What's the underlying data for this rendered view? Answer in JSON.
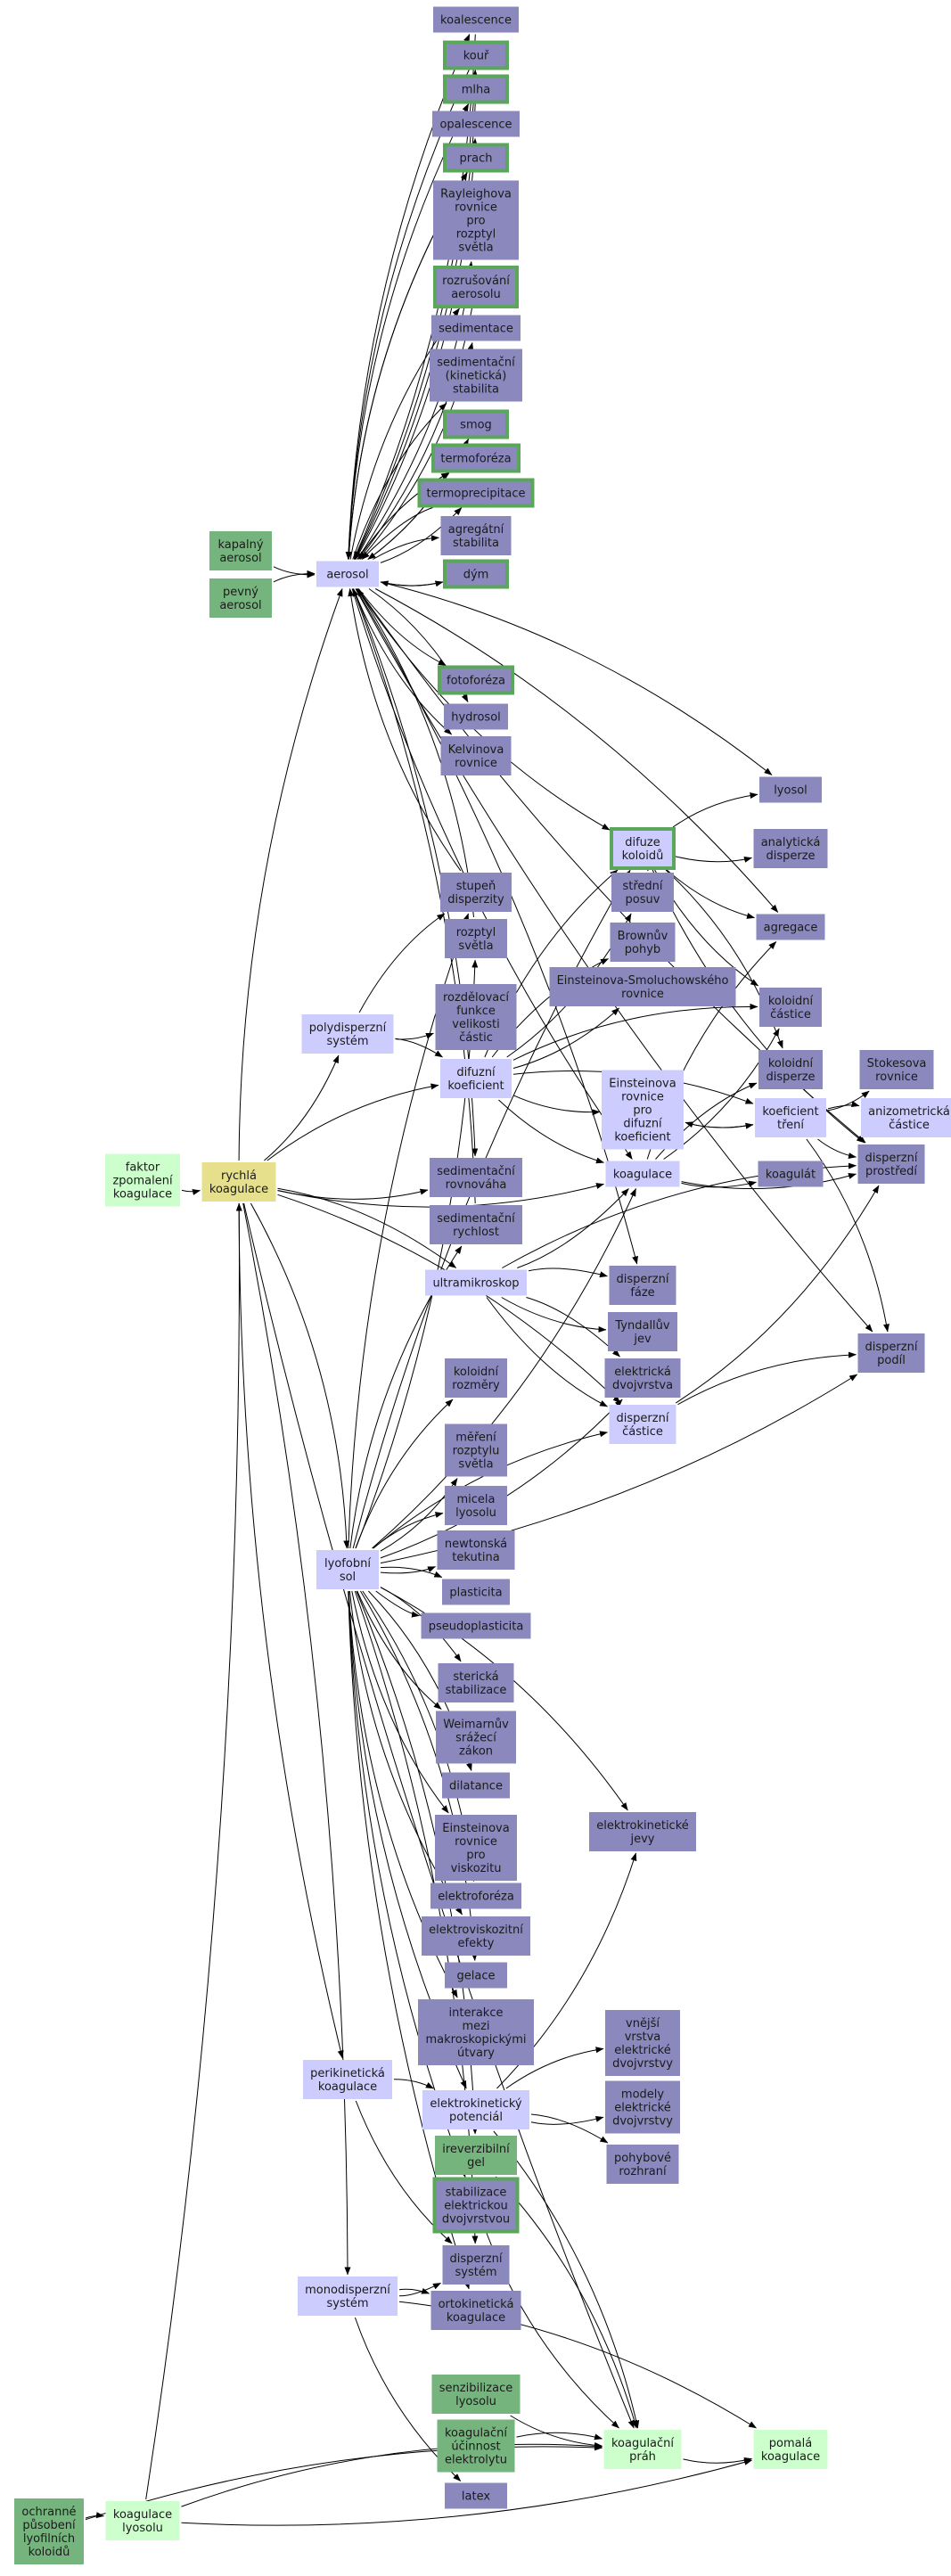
{
  "colors": {
    "purple_fill": "#8b88bd",
    "lavender_fill": "#ccccff",
    "green_fill": "#76b47e",
    "lightgreen_fill": "#ccffcc",
    "yellow_fill": "#e6e08c",
    "green_border": "#5aa65a",
    "edge": "#000000"
  },
  "nodes": [
    {
      "id": "koalescence",
      "label": "koalescence",
      "style": "purple"
    },
    {
      "id": "kour",
      "label": "kouř",
      "style": "purple-g"
    },
    {
      "id": "mlha",
      "label": "mlha",
      "style": "purple-g"
    },
    {
      "id": "opalescence",
      "label": "opalescence",
      "style": "purple"
    },
    {
      "id": "prach",
      "label": "prach",
      "style": "purple-g"
    },
    {
      "id": "rayleigh",
      "label": "Rayleighova\nrovnice\npro\nrozptyl\nsvětla",
      "style": "purple"
    },
    {
      "id": "rozrusovani",
      "label": "rozrušování\naerosolu",
      "style": "purple-g"
    },
    {
      "id": "sedimentace",
      "label": "sedimentace",
      "style": "purple"
    },
    {
      "id": "sedstab",
      "label": "sedimentační\n(kinetická)\nstabilita",
      "style": "purple"
    },
    {
      "id": "smog",
      "label": "smog",
      "style": "purple-g"
    },
    {
      "id": "termoforeza",
      "label": "termoforéza",
      "style": "purple-g"
    },
    {
      "id": "termoprecip",
      "label": "termoprecipitace",
      "style": "purple-g"
    },
    {
      "id": "agregstab",
      "label": "agregátní\nstabilita",
      "style": "purple"
    },
    {
      "id": "dym",
      "label": "dým",
      "style": "purple-g"
    },
    {
      "id": "kapalny",
      "label": "kapalný\naerosol",
      "style": "green"
    },
    {
      "id": "pevny",
      "label": "pevný\naerosol",
      "style": "green"
    },
    {
      "id": "aerosol",
      "label": "aerosol",
      "style": "lavender"
    },
    {
      "id": "fotoforeza",
      "label": "fotoforéza",
      "style": "purple-g"
    },
    {
      "id": "hydrosol",
      "label": "hydrosol",
      "style": "purple"
    },
    {
      "id": "kelvin",
      "label": "Kelvinova\nrovnice",
      "style": "purple"
    },
    {
      "id": "lyosol",
      "label": "lyosol",
      "style": "purple"
    },
    {
      "id": "difuzekol",
      "label": "difuze\nkoloidů",
      "style": "lavender-g"
    },
    {
      "id": "analyt",
      "label": "analytická\ndisperze",
      "style": "purple"
    },
    {
      "id": "stupen",
      "label": "stupeň\ndisperzity",
      "style": "purple"
    },
    {
      "id": "strposuv",
      "label": "střední\nposuv",
      "style": "purple"
    },
    {
      "id": "rozptyl",
      "label": "rozptyl\nsvětla",
      "style": "purple"
    },
    {
      "id": "brown",
      "label": "Brownův\npohyb",
      "style": "purple"
    },
    {
      "id": "agregace",
      "label": "agregace",
      "style": "purple"
    },
    {
      "id": "einsmol",
      "label": "Einsteinova-Smoluchowského\nrovnice",
      "style": "purple"
    },
    {
      "id": "polydisp",
      "label": "polydisperzní\nsystém",
      "style": "lavender"
    },
    {
      "id": "rozdel",
      "label": "rozdělovací\nfunkce\nvelikosti\nčástic",
      "style": "purple"
    },
    {
      "id": "kolcast",
      "label": "koloidní\nčástice",
      "style": "purple"
    },
    {
      "id": "difkoef",
      "label": "difuzní\nkoeficient",
      "style": "lavender"
    },
    {
      "id": "einsdif",
      "label": "Einsteinova\nrovnice\npro\ndifuzní\nkoeficient",
      "style": "lavender"
    },
    {
      "id": "koldisp",
      "label": "koloidní\ndisperze",
      "style": "purple"
    },
    {
      "id": "stokes",
      "label": "Stokesova\nrovnice",
      "style": "purple"
    },
    {
      "id": "koeftreni",
      "label": "koeficient\ntření",
      "style": "lavender"
    },
    {
      "id": "anizo",
      "label": "anizometrická\nčástice",
      "style": "lavender"
    },
    {
      "id": "faktor",
      "label": "faktor\nzpomalení\nkoagulace",
      "style": "lightgreen"
    },
    {
      "id": "rychla",
      "label": "rychlá\nkoagulace",
      "style": "yellow"
    },
    {
      "id": "sedrov",
      "label": "sedimentační\nrovnováha",
      "style": "purple"
    },
    {
      "id": "koagulace",
      "label": "koagulace",
      "style": "lavender"
    },
    {
      "id": "koagulat",
      "label": "koagulát",
      "style": "purple"
    },
    {
      "id": "dispprostr",
      "label": "disperzní\nprostředí",
      "style": "purple"
    },
    {
      "id": "sedrych",
      "label": "sedimentační\nrychlost",
      "style": "purple"
    },
    {
      "id": "ultramikro",
      "label": "ultramikroskop",
      "style": "lavender"
    },
    {
      "id": "dispfaze",
      "label": "disperzní\nfáze",
      "style": "purple"
    },
    {
      "id": "tyndall",
      "label": "Tyndallův\njev",
      "style": "purple"
    },
    {
      "id": "dispodil",
      "label": "disperzní\npodíl",
      "style": "purple"
    },
    {
      "id": "kolrozm",
      "label": "koloidní\nrozměry",
      "style": "purple"
    },
    {
      "id": "elektrdvoj",
      "label": "elektrická\ndvojvrstva",
      "style": "purple"
    },
    {
      "id": "dispcast",
      "label": "disperzní\nčástice",
      "style": "lavender"
    },
    {
      "id": "mereni",
      "label": "měření\nrozptylu\nsvětla",
      "style": "purple"
    },
    {
      "id": "micela",
      "label": "micela\nlyosolu",
      "style": "purple"
    },
    {
      "id": "lyofobni",
      "label": "lyofobní\nsol",
      "style": "lavender"
    },
    {
      "id": "newton",
      "label": "newtonská\ntekutina",
      "style": "purple"
    },
    {
      "id": "plasticita",
      "label": "plasticita",
      "style": "purple"
    },
    {
      "id": "pseudoplast",
      "label": "pseudoplasticita",
      "style": "purple"
    },
    {
      "id": "sterick",
      "label": "sterická\nstabilizace",
      "style": "purple"
    },
    {
      "id": "weimarn",
      "label": "Weimarnův\nsrážecí\nzákon",
      "style": "purple"
    },
    {
      "id": "dilatance",
      "label": "dilatance",
      "style": "purple"
    },
    {
      "id": "einsvisk",
      "label": "Einsteinova\nrovnice\npro\nviskozitu",
      "style": "purple"
    },
    {
      "id": "elektrokinjevy",
      "label": "elektrokinetické\njevy",
      "style": "purple"
    },
    {
      "id": "elektroforeza",
      "label": "elektroforéza",
      "style": "purple"
    },
    {
      "id": "elektrovisk",
      "label": "elektroviskozitní\nefekty",
      "style": "purple"
    },
    {
      "id": "gelace",
      "label": "gelace",
      "style": "purple"
    },
    {
      "id": "interakce",
      "label": "interakce\nmezi\nmakroskopickými\nútvary",
      "style": "purple"
    },
    {
      "id": "vnejsi",
      "label": "vnější\nvrstva\nelektrické\ndvojvrstvy",
      "style": "purple"
    },
    {
      "id": "perikin",
      "label": "perikinetická\nkoagulace",
      "style": "lavender"
    },
    {
      "id": "elektrokinpot",
      "label": "elektrokinetický\npotenciál",
      "style": "lavender"
    },
    {
      "id": "modely",
      "label": "modely\nelektrické\ndvojvrstvy",
      "style": "purple"
    },
    {
      "id": "irevgel",
      "label": "ireverzibilní\ngel",
      "style": "green"
    },
    {
      "id": "pohyb",
      "label": "pohybové\nrozhraní",
      "style": "purple"
    },
    {
      "id": "stabelek",
      "label": "stabilizace\nelektrickou\ndvojvrstvou",
      "style": "purple-g"
    },
    {
      "id": "dispsys",
      "label": "disperzní\nsystém",
      "style": "purple"
    },
    {
      "id": "monodisp",
      "label": "monodisperzní\nsystém",
      "style": "lavender"
    },
    {
      "id": "ortokin",
      "label": "ortokinetická\nkoagulace",
      "style": "purple"
    },
    {
      "id": "senzib",
      "label": "senzibilizace\nlyosolu",
      "style": "green"
    },
    {
      "id": "koagucinn",
      "label": "koagulační\núčinnost\nelektrolytu",
      "style": "green"
    },
    {
      "id": "koagprah",
      "label": "koagulační\npráh",
      "style": "lightgreen"
    },
    {
      "id": "pomala",
      "label": "pomalá\nkoagulace",
      "style": "lightgreen"
    },
    {
      "id": "latex",
      "label": "latex",
      "style": "purple"
    },
    {
      "id": "ochranne",
      "label": "ochranné\npůsobení\nlyofilních\nkoloidů",
      "style": "green"
    },
    {
      "id": "koaglyos",
      "label": "koagulace\nlyosolu",
      "style": "lightgreen"
    }
  ],
  "edges": [
    [
      "aerosol",
      "koalescence"
    ],
    [
      "aerosol",
      "kour"
    ],
    [
      "aerosol",
      "mlha"
    ],
    [
      "aerosol",
      "opalescence"
    ],
    [
      "aerosol",
      "prach"
    ],
    [
      "aerosol",
      "rayleigh"
    ],
    [
      "aerosol",
      "rozrusovani"
    ],
    [
      "aerosol",
      "sedimentace"
    ],
    [
      "aerosol",
      "sedstab"
    ],
    [
      "aerosol",
      "smog"
    ],
    [
      "aerosol",
      "termoforeza"
    ],
    [
      "aerosol",
      "termoprecip"
    ],
    [
      "aerosol",
      "agregstab"
    ],
    [
      "aerosol",
      "dym"
    ],
    [
      "dym",
      "aerosol"
    ],
    [
      "kapalny",
      "aerosol"
    ],
    [
      "pevny",
      "aerosol"
    ],
    [
      "aerosol",
      "fotoforeza"
    ],
    [
      "aerosol",
      "hydrosol"
    ],
    [
      "aerosol",
      "kelvin"
    ],
    [
      "aerosol",
      "lyosol"
    ],
    [
      "aerosol",
      "difuzekol"
    ],
    [
      "aerosol",
      "agregace"
    ],
    [
      "aerosol",
      "dispprostr"
    ],
    [
      "aerosol",
      "dispfaze"
    ],
    [
      "aerosol",
      "dispodil"
    ],
    [
      "aerosol",
      "sedrov"
    ],
    [
      "aerosol",
      "koagulace"
    ],
    [
      "koalescence",
      "aerosol"
    ],
    [
      "kour",
      "aerosol"
    ],
    [
      "mlha",
      "aerosol"
    ],
    [
      "prach",
      "aerosol"
    ],
    [
      "smog",
      "aerosol"
    ],
    [
      "termoprecip",
      "aerosol"
    ],
    [
      "rozrusovani",
      "aerosol"
    ],
    [
      "difuzekol",
      "analyt"
    ],
    [
      "difuzekol",
      "lyosol"
    ],
    [
      "difuzekol",
      "kolcast"
    ],
    [
      "difuzekol",
      "koldisp"
    ],
    [
      "difuzekol",
      "agregace"
    ],
    [
      "difuzekol",
      "strposuv"
    ],
    [
      "difuzekol",
      "dispprostr"
    ],
    [
      "difkoef",
      "difuzekol"
    ],
    [
      "difkoef",
      "strposuv"
    ],
    [
      "difkoef",
      "brown"
    ],
    [
      "difkoef",
      "einsmol"
    ],
    [
      "difkoef",
      "kolcast"
    ],
    [
      "difkoef",
      "einsdif"
    ],
    [
      "difkoef",
      "koeftreni"
    ],
    [
      "difkoef",
      "koagulace"
    ],
    [
      "polydisp",
      "difkoef"
    ],
    [
      "polydisp",
      "rozdel"
    ],
    [
      "polydisp",
      "stupen"
    ],
    [
      "einsdif",
      "koeftreni"
    ],
    [
      "koeftreni",
      "einsdif"
    ],
    [
      "koeftreni",
      "stokes"
    ],
    [
      "koeftreni",
      "anizo"
    ],
    [
      "koeftreni",
      "dispprostr"
    ],
    [
      "koeftreni",
      "dispodil"
    ],
    [
      "faktor",
      "rychla"
    ],
    [
      "rychla",
      "aerosol"
    ],
    [
      "rychla",
      "polydisp"
    ],
    [
      "rychla",
      "difkoef"
    ],
    [
      "rychla",
      "koagulace"
    ],
    [
      "rychla",
      "ultramikro"
    ],
    [
      "rychla",
      "sedrov"
    ],
    [
      "rychla",
      "lyofobni"
    ],
    [
      "rychla",
      "perikin"
    ],
    [
      "rychla",
      "monodisp"
    ],
    [
      "rychla",
      "koagprah"
    ],
    [
      "rychla",
      "dispcast"
    ],
    [
      "koagulace",
      "koagulat"
    ],
    [
      "koagulace",
      "agregace"
    ],
    [
      "koagulace",
      "dispprostr"
    ],
    [
      "koagulace",
      "koldisp"
    ],
    [
      "koagulace",
      "kolcast"
    ],
    [
      "ultramikro",
      "dispfaze"
    ],
    [
      "ultramikro",
      "tyndall"
    ],
    [
      "ultramikro",
      "elektrdvoj"
    ],
    [
      "ultramikro",
      "dispcast"
    ],
    [
      "ultramikro",
      "dispprostr"
    ],
    [
      "ultramikro",
      "koagulace"
    ],
    [
      "dispcast",
      "dispodil"
    ],
    [
      "dispcast",
      "dispprostr"
    ],
    [
      "lyofobni",
      "stupen"
    ],
    [
      "lyofobni",
      "rozptyl"
    ],
    [
      "lyofobni",
      "kolrozm"
    ],
    [
      "lyofobni",
      "mereni"
    ],
    [
      "lyofobni",
      "micela"
    ],
    [
      "lyofobni",
      "newton"
    ],
    [
      "lyofobni",
      "plasticita"
    ],
    [
      "lyofobni",
      "pseudoplast"
    ],
    [
      "lyofobni",
      "sterick"
    ],
    [
      "lyofobni",
      "weimarn"
    ],
    [
      "lyofobni",
      "dilatance"
    ],
    [
      "lyofobni",
      "einsvisk"
    ],
    [
      "lyofobni",
      "elektroforeza"
    ],
    [
      "lyofobni",
      "elektrovisk"
    ],
    [
      "lyofobni",
      "gelace"
    ],
    [
      "lyofobni",
      "interakce"
    ],
    [
      "lyofobni",
      "irevgel"
    ],
    [
      "lyofobni",
      "stabelek"
    ],
    [
      "lyofobni",
      "dispsys"
    ],
    [
      "lyofobni",
      "ortokin"
    ],
    [
      "lyofobni",
      "elektrokinjevy"
    ],
    [
      "lyofobni",
      "elektrdvoj"
    ],
    [
      "lyofobni",
      "dispcast"
    ],
    [
      "lyofobni",
      "koagulace"
    ],
    [
      "lyofobni",
      "sedrych"
    ],
    [
      "lyofobni",
      "dispodil"
    ],
    [
      "lyofobni",
      "difuzekol"
    ],
    [
      "lyofobni",
      "elektrokinpot"
    ],
    [
      "perikin",
      "elektrokinpot"
    ],
    [
      "perikin",
      "dispsys"
    ],
    [
      "elektrokinpot",
      "vnejsi"
    ],
    [
      "elektrokinpot",
      "modely"
    ],
    [
      "elektrokinpot",
      "pohyb"
    ],
    [
      "elektrokinpot",
      "elektrokinjevy"
    ],
    [
      "elektrokinpot",
      "koagprah"
    ],
    [
      "monodisp",
      "dispsys"
    ],
    [
      "monodisp",
      "ortokin"
    ],
    [
      "monodisp",
      "latex"
    ],
    [
      "monodisp",
      "pomala"
    ],
    [
      "senzib",
      "koagprah"
    ],
    [
      "koagucinn",
      "koagprah"
    ],
    [
      "koagprah",
      "pomala"
    ],
    [
      "ochranne",
      "koaglyos"
    ],
    [
      "koaglyos",
      "rychla"
    ],
    [
      "koaglyos",
      "koagprah"
    ],
    [
      "koaglyos",
      "pomala"
    ],
    [
      "ochranne",
      "koagprah"
    ],
    [
      "stabelek",
      "koagprah"
    ],
    [
      "irevgel",
      "koagprah"
    ],
    [
      "sedrych",
      "aerosol"
    ],
    [
      "stupen",
      "aerosol"
    ],
    [
      "rozptyl",
      "aerosol"
    ]
  ]
}
